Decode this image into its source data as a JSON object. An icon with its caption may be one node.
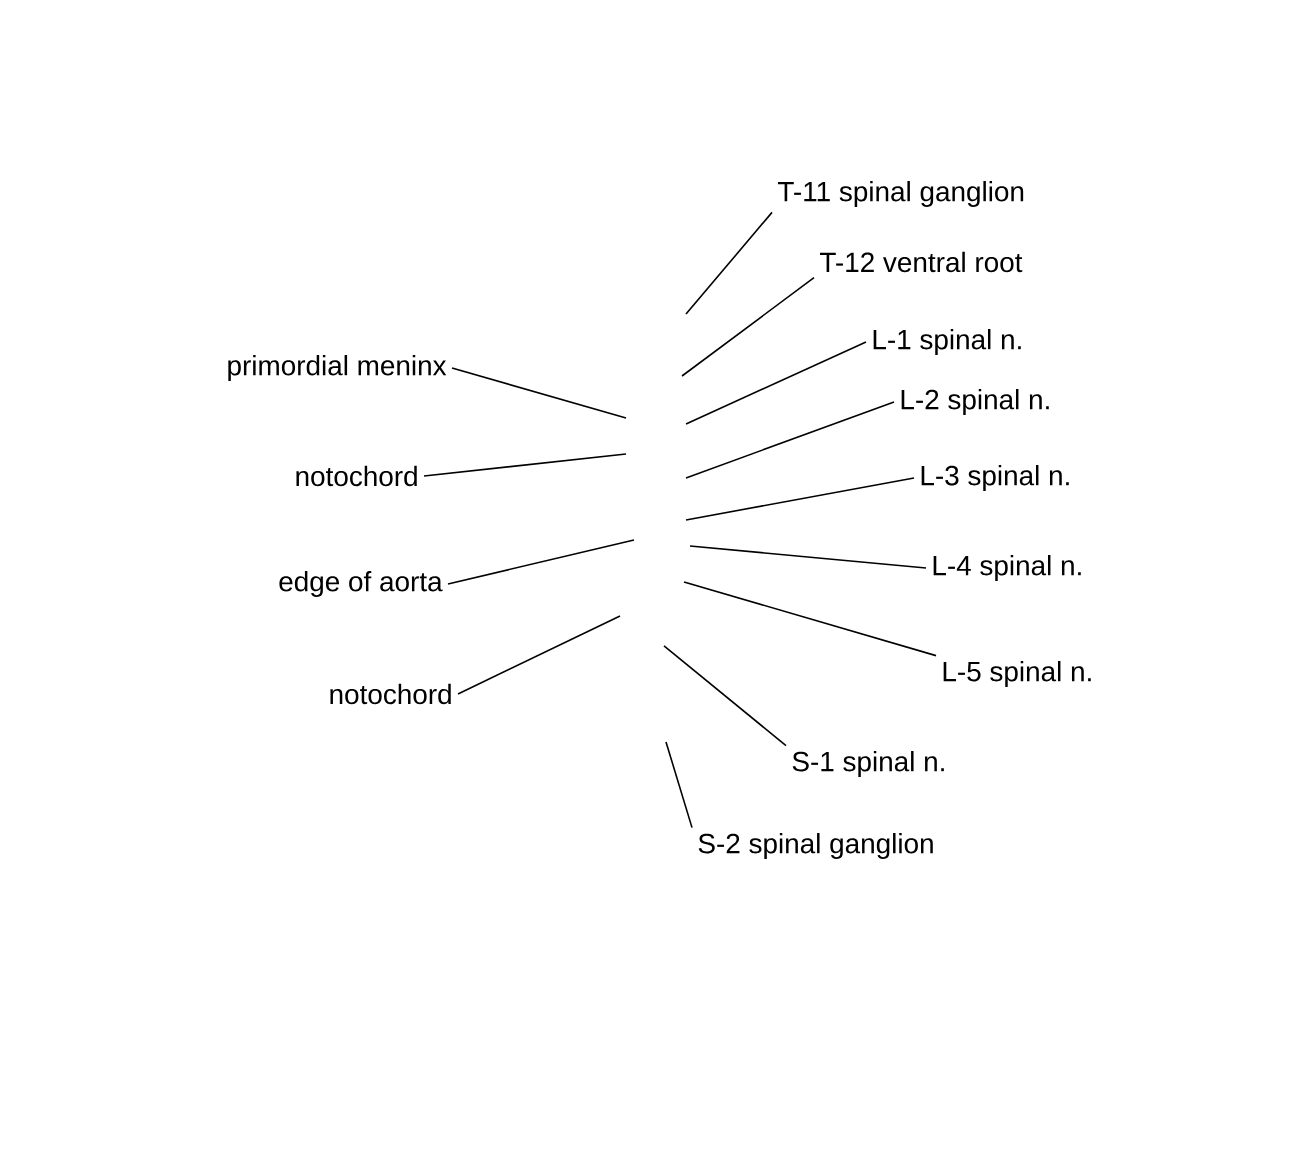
{
  "diagram": {
    "nodes": [
      {
        "text": [
          "T-11 spinal ganglion"
        ]
      },
      {
        "text": [
          "T-12 ventral root"
        ]
      },
      {
        "text": [
          "L-1 spinal n."
        ]
      },
      {
        "text": [
          "primordial meninx"
        ]
      },
      {
        "text": [
          "L-2 spinal n."
        ]
      },
      {
        "text": [
          "notochord"
        ]
      },
      {
        "text": [
          "L-3 spinal n."
        ]
      },
      {
        "text": [
          "L-4 spinal n."
        ]
      },
      {
        "text": [
          "edge of aorta"
        ]
      },
      {
        "text": [
          "L-5 spinal n."
        ]
      },
      {
        "text": [
          "notochord"
        ]
      },
      {
        "text": [
          "S-1 spinal n."
        ]
      },
      {
        "text": [
          "S-2 spinal ganglion"
        ]
      }
    ],
    "edges": [
      {
        "from": 0,
        "to": null,
        "arrow": "none"
      },
      {
        "from": 1,
        "to": null,
        "arrow": "none"
      },
      {
        "from": 2,
        "to": null,
        "arrow": "none"
      },
      {
        "from": 3,
        "to": null,
        "arrow": "none"
      },
      {
        "from": 4,
        "to": null,
        "arrow": "none"
      },
      {
        "from": 5,
        "to": null,
        "arrow": "none"
      },
      {
        "from": 6,
        "to": null,
        "arrow": "none"
      },
      {
        "from": 7,
        "to": null,
        "arrow": "none"
      },
      {
        "from": 8,
        "to": null,
        "arrow": "none"
      },
      {
        "from": 9,
        "to": null,
        "arrow": "none"
      },
      {
        "from": 10,
        "to": null,
        "arrow": "none"
      },
      {
        "from": 11,
        "to": null,
        "arrow": "none"
      },
      {
        "from": 12,
        "to": null,
        "arrow": "none"
      }
    ]
  }
}
